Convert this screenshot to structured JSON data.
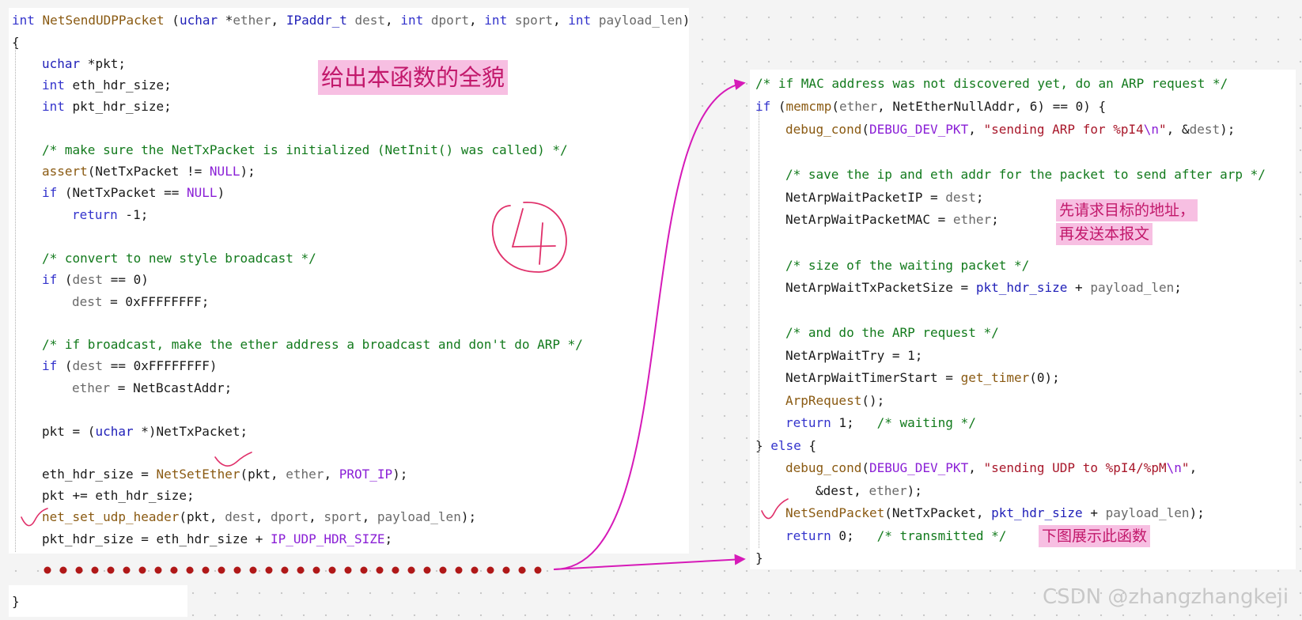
{
  "left_code": {
    "signature": [
      {
        "t": "int",
        "c": "kw"
      },
      {
        "t": " ",
        "c": "no"
      },
      {
        "t": "NetSendUDPPacket",
        "c": "fn"
      },
      {
        "t": " (",
        "c": "no"
      },
      {
        "t": "uchar",
        "c": "ty"
      },
      {
        "t": " *",
        "c": "no"
      },
      {
        "t": "ether",
        "c": "pm"
      },
      {
        "t": ", ",
        "c": "no"
      },
      {
        "t": "IPaddr_t",
        "c": "ty"
      },
      {
        "t": " ",
        "c": "no"
      },
      {
        "t": "dest",
        "c": "pm"
      },
      {
        "t": ", ",
        "c": "no"
      },
      {
        "t": "int",
        "c": "kw"
      },
      {
        "t": " ",
        "c": "no"
      },
      {
        "t": "dport",
        "c": "pm"
      },
      {
        "t": ", ",
        "c": "no"
      },
      {
        "t": "int",
        "c": "kw"
      },
      {
        "t": " ",
        "c": "no"
      },
      {
        "t": "sport",
        "c": "pm"
      },
      {
        "t": ", ",
        "c": "no"
      },
      {
        "t": "int",
        "c": "kw"
      },
      {
        "t": " ",
        "c": "no"
      },
      {
        "t": "payload_len",
        "c": "pm"
      },
      {
        "t": ")",
        "c": "no"
      }
    ],
    "open_brace": "{",
    "lines": [
      [
        {
          "t": "uchar",
          "c": "ty"
        },
        {
          "t": " *pkt;",
          "c": "no"
        }
      ],
      [
        {
          "t": "int",
          "c": "kw"
        },
        {
          "t": " eth_hdr_size;",
          "c": "no"
        }
      ],
      [
        {
          "t": "int",
          "c": "kw"
        },
        {
          "t": " pkt_hdr_size;",
          "c": "no"
        }
      ],
      [
        {
          "t": "/* make sure the NetTxPacket is initialized (NetInit() was called) */",
          "c": "cm"
        }
      ],
      [
        {
          "t": "assert",
          "c": "fn"
        },
        {
          "t": "(NetTxPacket != ",
          "c": "no"
        },
        {
          "t": "NULL",
          "c": "mc"
        },
        {
          "t": ");",
          "c": "no"
        }
      ],
      [
        {
          "t": "if",
          "c": "kw"
        },
        {
          "t": " (NetTxPacket == ",
          "c": "no"
        },
        {
          "t": "NULL",
          "c": "mc"
        },
        {
          "t": ")",
          "c": "no"
        }
      ],
      [
        {
          "t": "return",
          "c": "kw"
        },
        {
          "t": " -1;",
          "c": "no"
        }
      ],
      [
        {
          "t": "/* convert to new style broadcast */",
          "c": "cm"
        }
      ],
      [
        {
          "t": "if",
          "c": "kw"
        },
        {
          "t": " (",
          "c": "no"
        },
        {
          "t": "dest",
          "c": "pm"
        },
        {
          "t": " == 0)",
          "c": "no"
        }
      ],
      [
        {
          "t": "dest",
          "c": "pm"
        },
        {
          "t": " = 0xFFFFFFFF;",
          "c": "no"
        }
      ],
      [
        {
          "t": "/* if broadcast, make the ether address a broadcast and don't do ARP */",
          "c": "cm"
        }
      ],
      [
        {
          "t": "if",
          "c": "kw"
        },
        {
          "t": " (",
          "c": "no"
        },
        {
          "t": "dest",
          "c": "pm"
        },
        {
          "t": " == 0xFFFFFFFF)",
          "c": "no"
        }
      ],
      [
        {
          "t": "ether",
          "c": "pm"
        },
        {
          "t": " = NetBcastAddr;",
          "c": "no"
        }
      ],
      [
        {
          "t": "pkt = (",
          "c": "no"
        },
        {
          "t": "uchar",
          "c": "ty"
        },
        {
          "t": " *)NetTxPacket;",
          "c": "no"
        }
      ],
      [
        {
          "t": "eth_hdr_size = ",
          "c": "no"
        },
        {
          "t": "NetSetEther",
          "c": "fn"
        },
        {
          "t": "(pkt, ",
          "c": "no"
        },
        {
          "t": "ether",
          "c": "pm"
        },
        {
          "t": ", ",
          "c": "no"
        },
        {
          "t": "PROT_IP",
          "c": "mc"
        },
        {
          "t": ");",
          "c": "no"
        }
      ],
      [
        {
          "t": "pkt += eth_hdr_size;",
          "c": "no"
        }
      ],
      [
        {
          "t": "net_set_udp_header",
          "c": "fn"
        },
        {
          "t": "(pkt, ",
          "c": "no"
        },
        {
          "t": "dest",
          "c": "pm"
        },
        {
          "t": ", ",
          "c": "no"
        },
        {
          "t": "dport",
          "c": "pm"
        },
        {
          "t": ", ",
          "c": "no"
        },
        {
          "t": "sport",
          "c": "pm"
        },
        {
          "t": ", ",
          "c": "no"
        },
        {
          "t": "payload_len",
          "c": "pm"
        },
        {
          "t": ");",
          "c": "no"
        }
      ],
      [
        {
          "t": "pkt_hdr_size = eth_hdr_size + ",
          "c": "no"
        },
        {
          "t": "IP_UDP_HDR_SIZE",
          "c": "mc"
        },
        {
          "t": ";",
          "c": "no"
        }
      ]
    ],
    "closing_brace": "}"
  },
  "right_code": {
    "lines": [
      [
        {
          "t": "/* if MAC address was not discovered yet, do an ARP request */",
          "c": "cm"
        }
      ],
      [
        {
          "t": "if",
          "c": "kw"
        },
        {
          "t": " (",
          "c": "no"
        },
        {
          "t": "memcmp",
          "c": "fn"
        },
        {
          "t": "(",
          "c": "no"
        },
        {
          "t": "ether",
          "c": "pm"
        },
        {
          "t": ", NetEtherNullAddr, 6) == 0) {",
          "c": "no"
        }
      ],
      [
        {
          "t": "debug_cond",
          "c": "fn"
        },
        {
          "t": "(",
          "c": "no"
        },
        {
          "t": "DEBUG_DEV_PKT",
          "c": "mc"
        },
        {
          "t": ", ",
          "c": "no"
        },
        {
          "t": "\"sending ARP for %pI4",
          "c": "st"
        },
        {
          "t": "\\n",
          "c": "mc"
        },
        {
          "t": "\"",
          "c": "st"
        },
        {
          "t": ", &",
          "c": "no"
        },
        {
          "t": "dest",
          "c": "pm"
        },
        {
          "t": ");",
          "c": "no"
        }
      ],
      [
        {
          "t": "/* save the ip and eth addr for the packet to send after arp */",
          "c": "cm"
        }
      ],
      [
        {
          "t": "NetArpWaitPacketIP = ",
          "c": "no"
        },
        {
          "t": "dest",
          "c": "pm"
        },
        {
          "t": ";",
          "c": "no"
        }
      ],
      [
        {
          "t": "NetArpWaitPacketMAC = ",
          "c": "no"
        },
        {
          "t": "ether",
          "c": "pm"
        },
        {
          "t": ";",
          "c": "no"
        }
      ],
      [
        {
          "t": "/* size of the waiting packet */",
          "c": "cm"
        }
      ],
      [
        {
          "t": "NetArpWaitTxPacketSize = ",
          "c": "no"
        },
        {
          "t": "pkt_hdr_size",
          "c": "ty"
        },
        {
          "t": " + ",
          "c": "no"
        },
        {
          "t": "payload_len",
          "c": "pm"
        },
        {
          "t": ";",
          "c": "no"
        }
      ],
      [
        {
          "t": "/* and do the ARP request */",
          "c": "cm"
        }
      ],
      [
        {
          "t": "NetArpWaitTry = 1;",
          "c": "no"
        }
      ],
      [
        {
          "t": "NetArpWaitTimerStart = ",
          "c": "no"
        },
        {
          "t": "get_timer",
          "c": "fn"
        },
        {
          "t": "(0);",
          "c": "no"
        }
      ],
      [
        {
          "t": "ArpRequest",
          "c": "fn"
        },
        {
          "t": "();",
          "c": "no"
        }
      ],
      [
        {
          "t": "return",
          "c": "kw"
        },
        {
          "t": " 1;   ",
          "c": "no"
        },
        {
          "t": "/* waiting */",
          "c": "cm"
        }
      ],
      [
        {
          "t": "} ",
          "c": "no"
        },
        {
          "t": "else",
          "c": "kw"
        },
        {
          "t": " {",
          "c": "no"
        }
      ],
      [
        {
          "t": "debug_cond",
          "c": "fn"
        },
        {
          "t": "(",
          "c": "no"
        },
        {
          "t": "DEBUG_DEV_PKT",
          "c": "mc"
        },
        {
          "t": ", ",
          "c": "no"
        },
        {
          "t": "\"sending UDP to %pI4/%pM",
          "c": "st"
        },
        {
          "t": "\\n",
          "c": "mc"
        },
        {
          "t": "\"",
          "c": "st"
        },
        {
          "t": ",",
          "c": "no"
        }
      ],
      [
        {
          "t": "&dest, ",
          "c": "no"
        },
        {
          "t": "ether",
          "c": "pm"
        },
        {
          "t": ");",
          "c": "no"
        }
      ],
      [
        {
          "t": "NetSendPacket",
          "c": "fn"
        },
        {
          "t": "(NetTxPacket, ",
          "c": "no"
        },
        {
          "t": "pkt_hdr_size",
          "c": "ty"
        },
        {
          "t": " + ",
          "c": "no"
        },
        {
          "t": "payload_len",
          "c": "pm"
        },
        {
          "t": ");",
          "c": "no"
        }
      ],
      [
        {
          "t": "return",
          "c": "kw"
        },
        {
          "t": " 0;   ",
          "c": "no"
        },
        {
          "t": "/* transmitted */",
          "c": "cm"
        }
      ],
      [
        {
          "t": "}",
          "c": "no"
        }
      ]
    ]
  },
  "annotations": {
    "title_note": "给出本函数的全貌",
    "note_line1": "先请求目标的地址，",
    "note_line2": "再发送本报文",
    "note_bottom": "下图展示此函数",
    "handwritten_number": "4"
  },
  "watermark": "CSDN @zhangzhangkeji",
  "colors": {
    "keyword": "#3333cc",
    "type": "#1f1fb8",
    "function": "#8a5a12",
    "comment": "#127a1c",
    "string": "#a8172a",
    "macro": "#8a1fd6",
    "param": "#6a6a6a",
    "note_background": "#f7bfe2",
    "note_text": "#c2186b",
    "arrow": "#d61ab8",
    "dots": "#b01818",
    "check_mark": "#e0306a"
  }
}
